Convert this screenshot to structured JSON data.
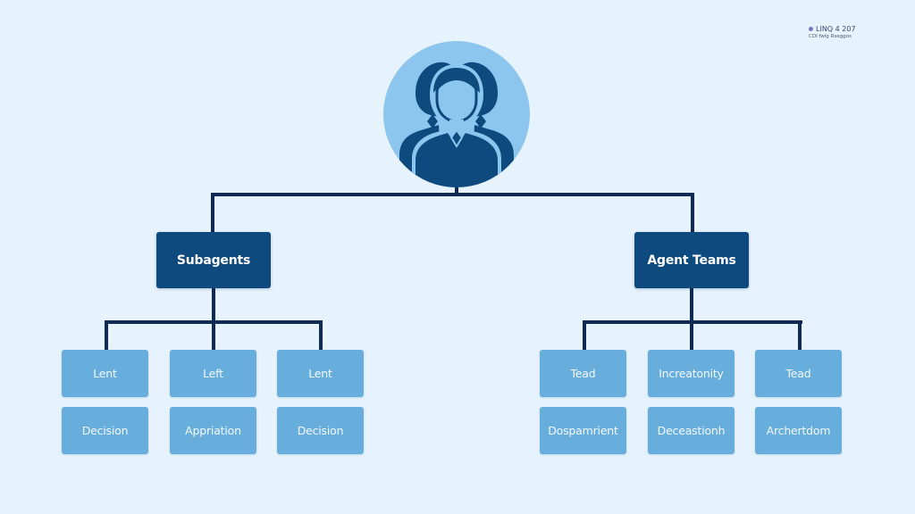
{
  "legend": {
    "title": "LINQ 4 207",
    "subtitle": "CDI fwlg Rseggos",
    "dot_color": "#7a74c8"
  },
  "root": {
    "icon": "team-people-icon",
    "fill_color": "#8cc5ee",
    "figure_color": "#0f4a7e"
  },
  "branches": [
    {
      "label": "Subagents",
      "children": [
        {
          "top": "Lent",
          "bottom": "Decision"
        },
        {
          "top": "Left",
          "bottom": "Appriation"
        },
        {
          "top": "Lent",
          "bottom": "Decision"
        }
      ]
    },
    {
      "label": "Agent Teams",
      "children": [
        {
          "top": "Tead",
          "bottom": "Dospamrient"
        },
        {
          "top": "Increatonity",
          "bottom": "Deceastionh"
        },
        {
          "top": "Tead",
          "bottom": "Archertdom"
        }
      ]
    }
  ],
  "colors": {
    "background": "#e6f3fd",
    "connector": "#0e2a55",
    "branch_box": "#0f4a7e",
    "leaf_box": "#67aedc"
  }
}
